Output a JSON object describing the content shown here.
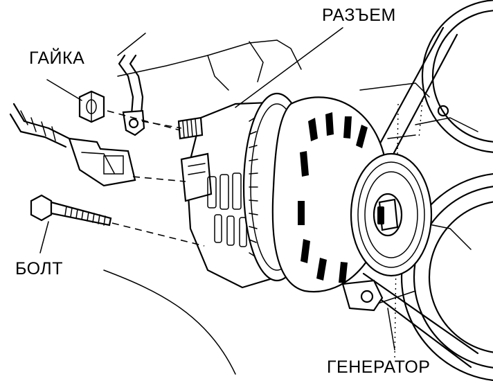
{
  "labels": {
    "connector": "РАЗЪЕМ",
    "nut": "ГАЙКА",
    "bolt": "БОЛТ",
    "generator": "ГЕНЕРАТОР"
  }
}
